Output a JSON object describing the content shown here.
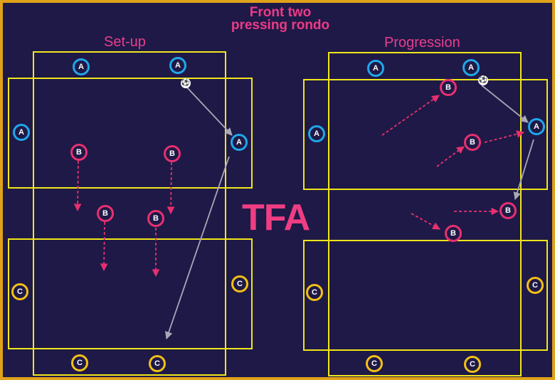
{
  "title": {
    "line1": "Front two",
    "line2": "pressing rondo"
  },
  "panels": {
    "left_title": "Set-up",
    "right_title": "Progression"
  },
  "logo": "TFA",
  "teams": {
    "a": "A",
    "b": "B",
    "c": "C"
  },
  "colors": {
    "background": "#1f1947",
    "border": "#e0a21a",
    "pitch_lines": "#f0e61a",
    "team_a": "#1fa8ea",
    "team_b": "#e8306f",
    "team_c": "#f2c114",
    "pass_line": "#a8a8b8",
    "movement": "#e8306f",
    "title": "#ee3a86"
  },
  "icons": {
    "ball": "soccer-ball-icon"
  }
}
